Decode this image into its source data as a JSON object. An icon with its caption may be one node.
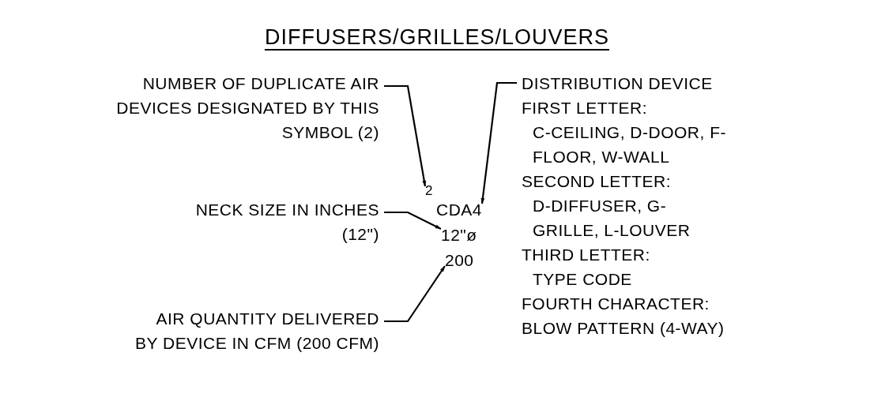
{
  "diagram": {
    "title": "DIFFUSERS/GRILLES/LOUVERS",
    "nodes": [
      {
        "text": [
          "NUMBER OF DUPLICATE AIR DEVICES DESIGNATED BY THIS SYMBOL (2)"
        ]
      },
      {
        "text": [
          "2"
        ]
      },
      {
        "text": [
          "CDA4"
        ]
      },
      {
        "text": [
          "DISTRIBUTION DEVICE",
          "FIRST LETTER:",
          "C-CEILING, D-DOOR, F-FLOOR, W-WALL",
          "SECOND LETTER:",
          "D-DIFFUSER, G-GRILLE, L-LOUVER",
          "THIRD LETTER:",
          "TYPE CODE",
          "FOURTH CHARACTER: BLOW PATTERN (4-WAY)"
        ]
      },
      {
        "text": [
          "NECK SIZE IN INCHES (12\")"
        ]
      },
      {
        "text": [
          "12\"ø"
        ]
      },
      {
        "text": [
          "200"
        ]
      },
      {
        "text": [
          "AIR QUANTITY DELIVERED BY DEVICE IN CFM (200 CFM)"
        ]
      }
    ],
    "edges": [
      {
        "from": 0,
        "to": 1,
        "arrow": "to"
      },
      {
        "from": 3,
        "to": 2,
        "arrow": "to"
      },
      {
        "from": 4,
        "to": 5,
        "arrow": "to"
      },
      {
        "from": 7,
        "to": 6,
        "arrow": "to"
      }
    ]
  }
}
